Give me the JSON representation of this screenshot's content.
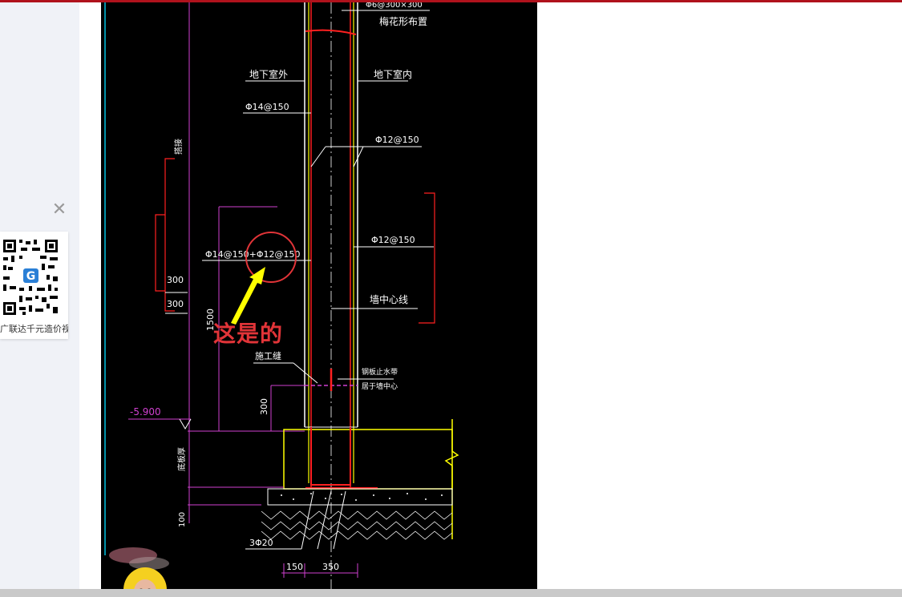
{
  "sidebar": {
    "close_symbol": "✕",
    "qr_caption": "广联达千元造价视频",
    "qr_logo": "G"
  },
  "drawing": {
    "labels": {
      "top_spec": "Φ6@300×300",
      "top_note": "梅花形布置",
      "outside": "地下室外",
      "inside": "地下室内",
      "bar_outer_top": "Φ14@150",
      "bar_inner_top": "Φ12@150",
      "bar_combo": "Φ14@150+Φ12@150",
      "bar_inner_mid": "Φ12@150",
      "wall_center": "墙中心线",
      "dim_side": "搭接",
      "dim_300a": "300",
      "dim_300b": "300",
      "dim_1500": "1500",
      "construction_joint": "施工缝",
      "waterstop_a": "钢板止水带",
      "waterstop_b": "居于墙中心",
      "dim_300c": "300",
      "elevation": "-5.900",
      "base_thickness": "底板厚",
      "dim_100": "100",
      "bottom_bar": "3Φ20",
      "dim_150": "150",
      "dim_350": "350"
    },
    "annotation": "这是的"
  },
  "colors": {
    "accent_red": "#b0121c",
    "cad_white": "#ffffff",
    "cad_red": "#ff2020",
    "cad_yellow": "#ffff00",
    "cad_magenta": "#d040d0",
    "cad_cyan": "#00c0e0",
    "annotation": "#e13438"
  }
}
